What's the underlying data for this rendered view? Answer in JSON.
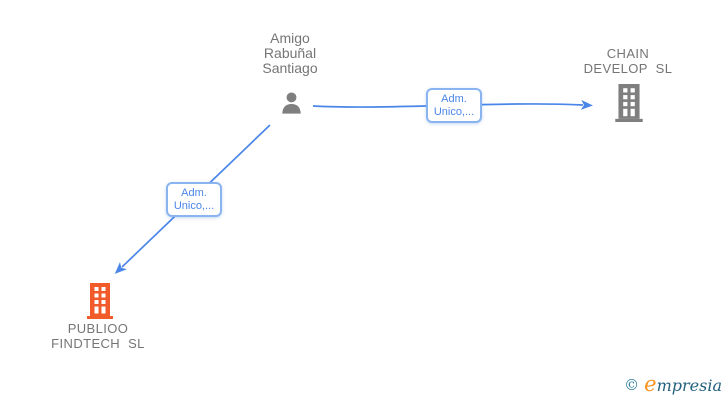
{
  "diagram": {
    "person": {
      "lines": [
        "Amigo",
        "Rabuñal",
        "Santiago"
      ]
    },
    "company_top_right": {
      "lines": [
        "CHAIN",
        "DEVELOP  SL"
      ]
    },
    "company_bottom_left": {
      "lines": [
        "PUBLIOO",
        "FINDTECH  SL"
      ]
    },
    "edge_labels": [
      {
        "lines": [
          "Adm.",
          "Unico,..."
        ]
      },
      {
        "lines": [
          "Adm.",
          "Unico,..."
        ]
      }
    ]
  },
  "watermark": {
    "copyright": "©",
    "brand_initial": "e",
    "brand_rest": "mpresia"
  },
  "colors": {
    "edge_blue": "#4a86e8",
    "edge_label_text": "#4a86e8",
    "edge_label_border": "#8ab4f0",
    "node_label_gray": "#757575",
    "person_icon_gray": "#7f7f7f",
    "company_icon_gray": "#7f7f7f",
    "company_icon_orange": "#f15b2a",
    "logo_teal": "#2d7f9d",
    "logo_orange": "#f7941e",
    "logo_text": "#24607f"
  }
}
